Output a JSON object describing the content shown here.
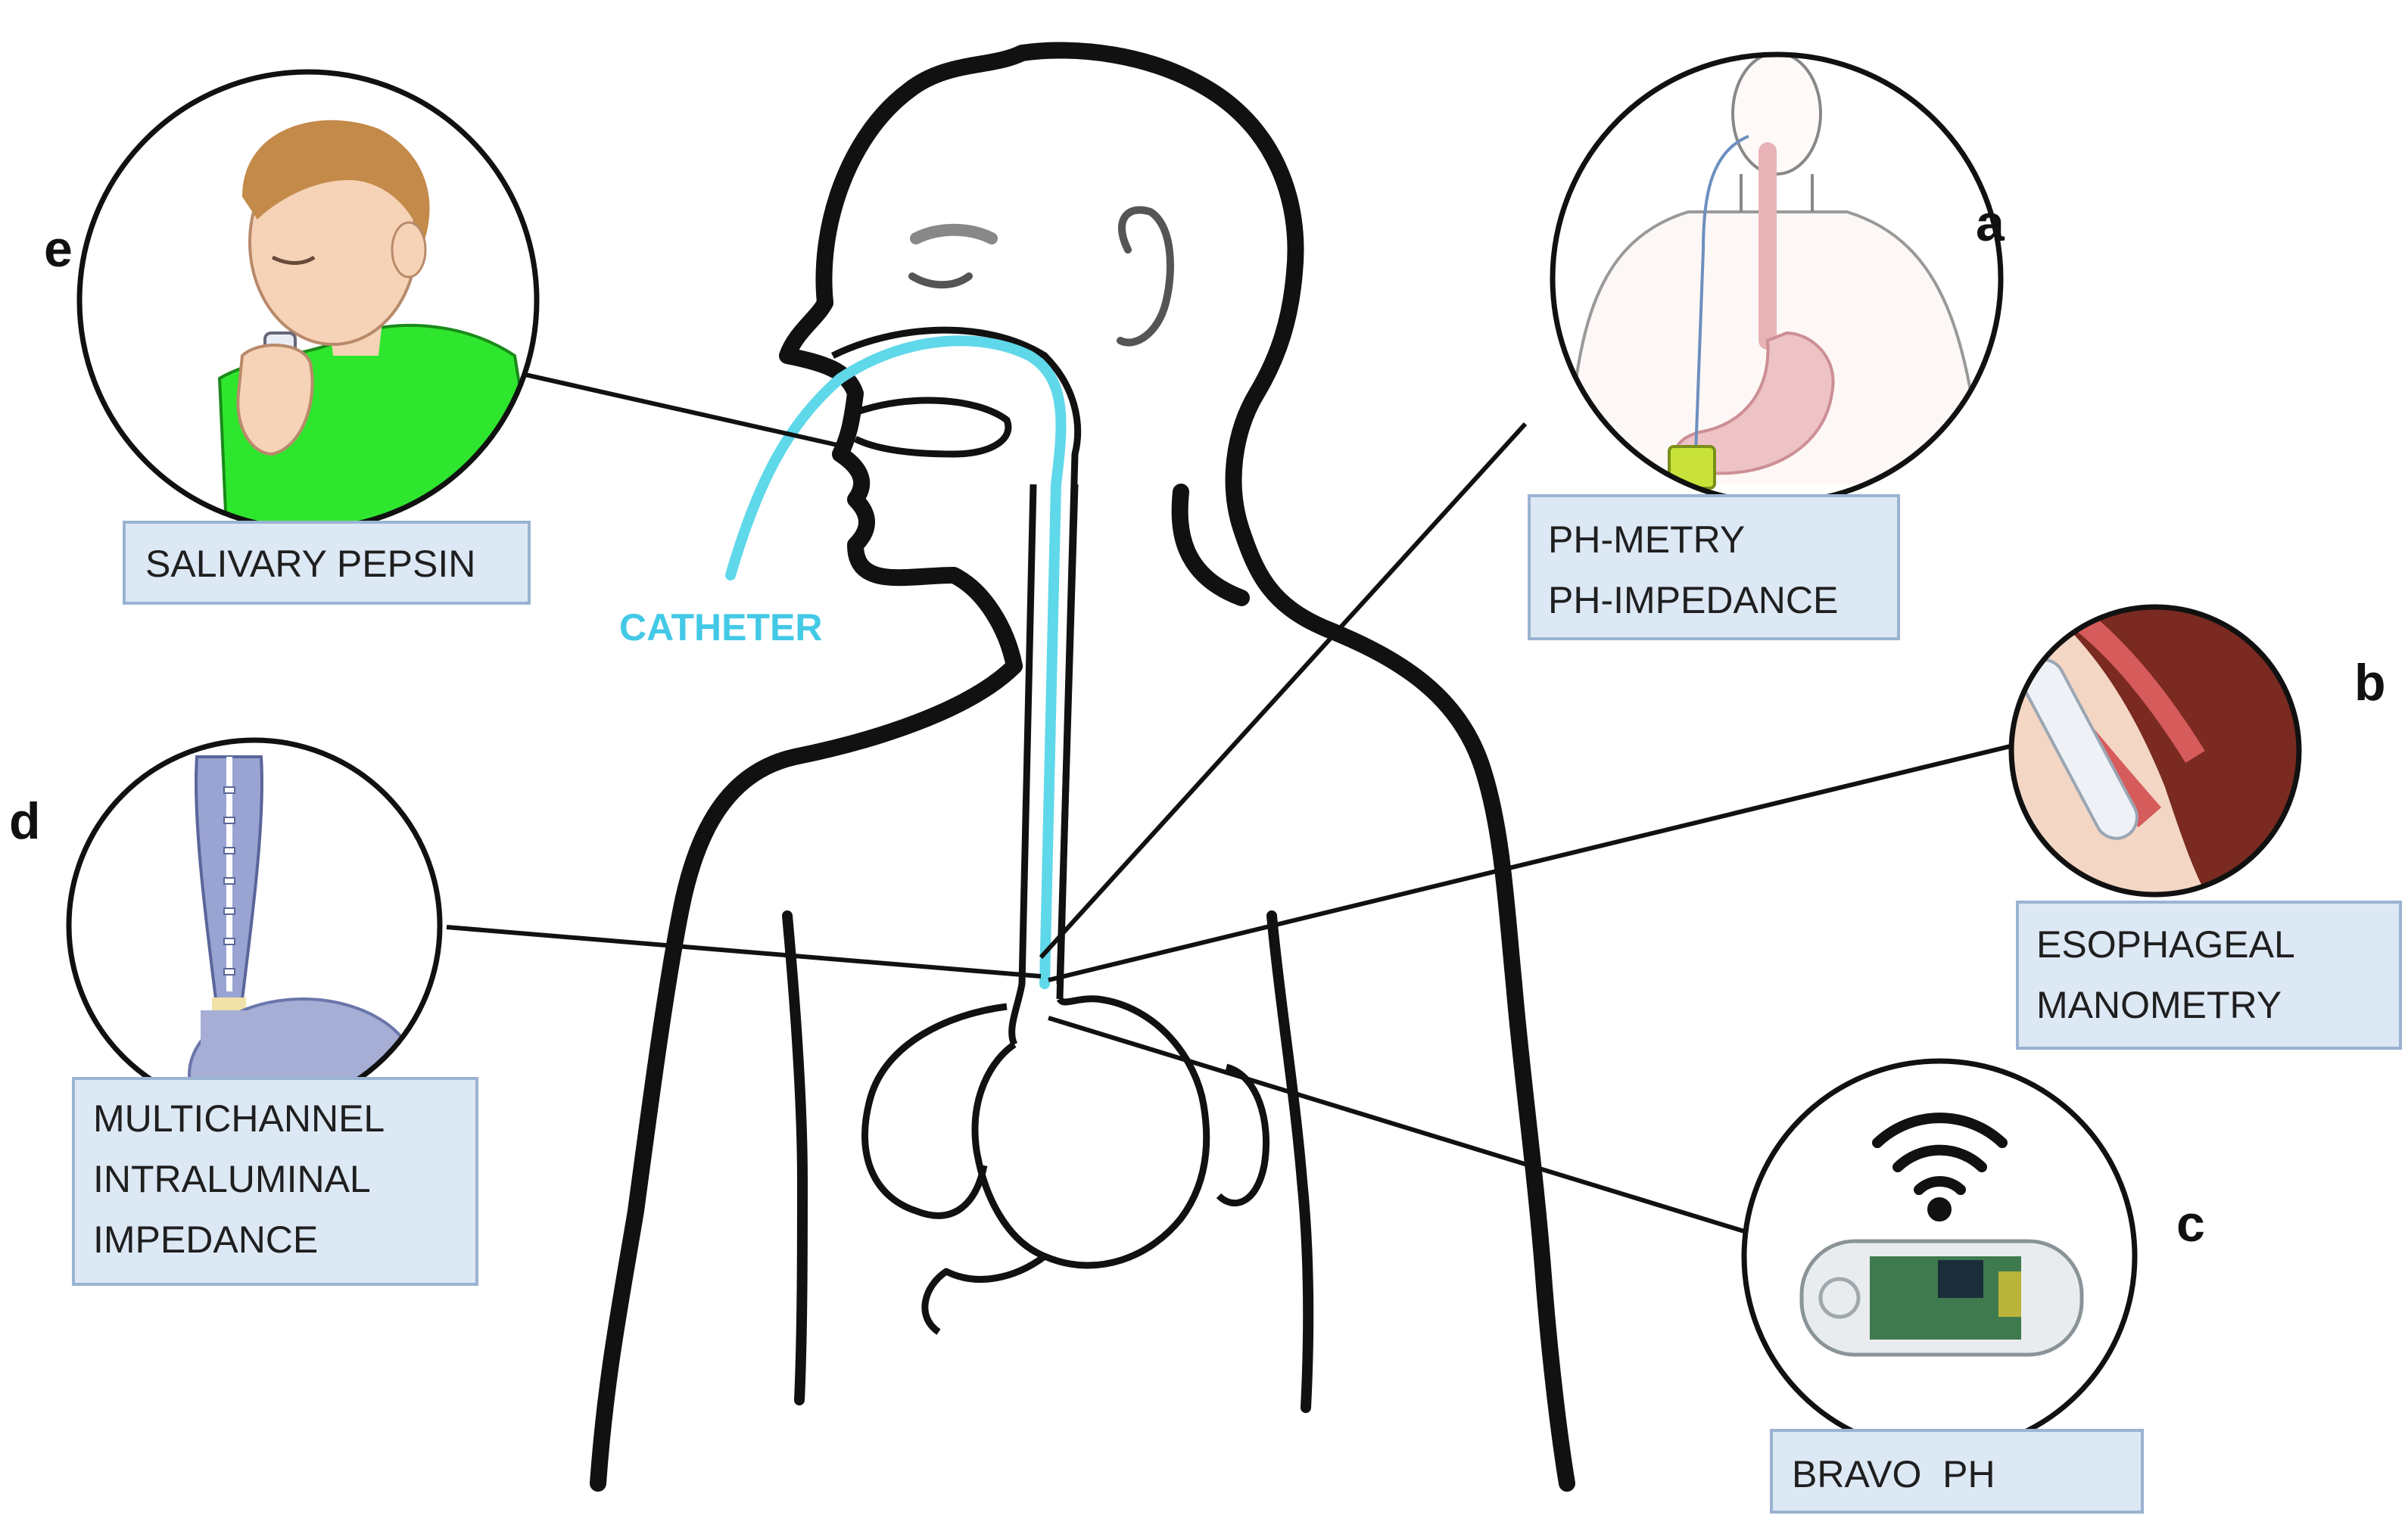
{
  "catheter_label": "CATHETER",
  "colors": {
    "catheter": "#5fd8ea",
    "label_box_fill": "#dde8f5",
    "label_box_stroke": "#9ab3d1",
    "outline": "#111111",
    "shirt": "#2ee62e",
    "skin": "#f6d3b6",
    "hair": "#c38a4a"
  },
  "panels": [
    {
      "letter": "a",
      "label_lines": [
        "PH-METRY",
        "PH-IMPEDANCE"
      ],
      "icon": "esophagus-ph-probe-icon"
    },
    {
      "letter": "b",
      "label_lines": [
        "ESOPHAGEAL",
        "MANOMETRY"
      ],
      "icon": "manometry-catheter-icon"
    },
    {
      "letter": "c",
      "label_lines": [
        "BRAVO  PH"
      ],
      "icon": "wireless-capsule-icon"
    },
    {
      "letter": "d",
      "label_lines": [
        "MULTICHANNEL",
        "INTRALUMINAL",
        "IMPEDANCE"
      ],
      "icon": "impedance-catheter-icon"
    },
    {
      "letter": "e",
      "label_lines": [
        "SALIVARY PEPSIN"
      ],
      "icon": "saliva-sample-icon"
    }
  ]
}
